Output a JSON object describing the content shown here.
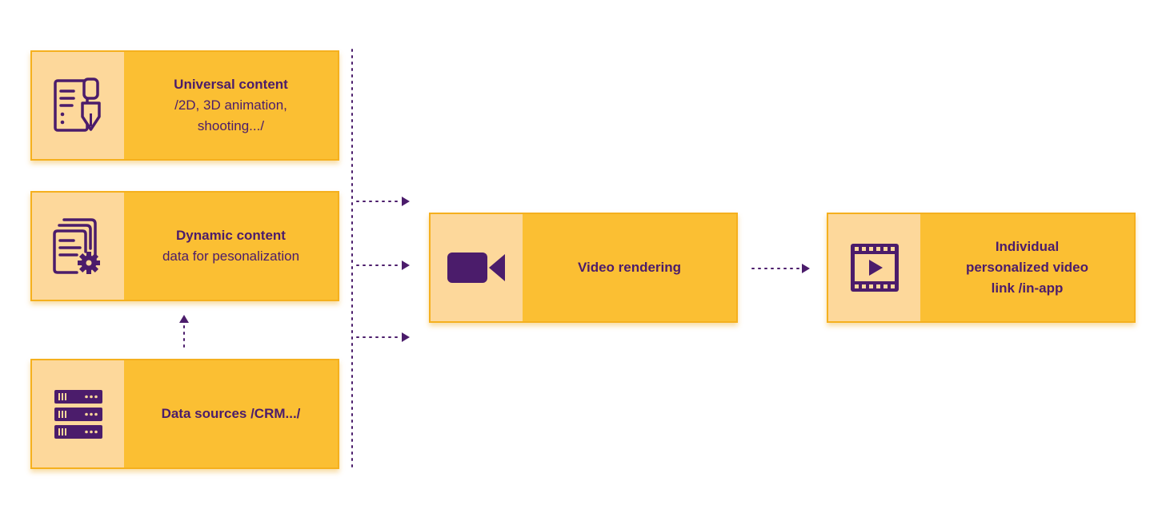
{
  "nodes": {
    "universal": {
      "title": "Universal content",
      "lines": [
        "/2D, 3D animation,",
        "shooting.../"
      ]
    },
    "dynamic": {
      "title": "Dynamic content",
      "lines": [
        "data for pesonalization"
      ]
    },
    "datasources": {
      "title": "Data sources /CRM.../"
    },
    "rendering": {
      "title": "Video rendering"
    },
    "output": {
      "title": "Individual personalized video link /in-app"
    }
  },
  "colors": {
    "box": "#fbbf33",
    "icon_panel": "#fdd89b",
    "text": "#4b1c6b",
    "connector": "#4b1c6b"
  },
  "icons": {
    "universal": "document-pen-icon",
    "dynamic": "documents-gear-icon",
    "datasources": "server-stack-icon",
    "rendering": "video-camera-icon",
    "output": "film-play-icon"
  }
}
